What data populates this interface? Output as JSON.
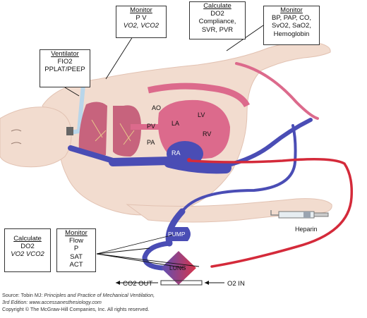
{
  "boxes": {
    "monitor_top": {
      "heading": "Monitor",
      "line1": "P V",
      "line2": "VO2, VCO2"
    },
    "calculate_top": {
      "heading": "Calculate",
      "line1": "DO2",
      "line2": "Compliance,",
      "line3": "SVR, PVR"
    },
    "monitor_right": {
      "heading": "Monitor",
      "line1": "BP, PAP, CO,",
      "line2": "SvO2, SaO2,",
      "line3": "Hemoglobin"
    },
    "ventilator": {
      "heading": "Ventilator",
      "line1": "FIO2",
      "line2": "PPLAT/PEEP"
    },
    "calculate_bottom": {
      "heading": "Calculate",
      "line1": "DO2",
      "line2": "VO2 VCO2"
    },
    "monitor_bottom": {
      "heading": "Monitor",
      "line1": "Flow",
      "line2": "P",
      "line3": "SAT",
      "line4": "ACT"
    }
  },
  "labels": {
    "ao": "AO",
    "pv": "PV",
    "pa": "PA",
    "la": "LA",
    "lv": "LV",
    "rv": "RV",
    "ra": "RA",
    "pump": "PUMP",
    "lung": "LUNG",
    "heparin": "Heparin",
    "co2_out": "CO2 OUT",
    "o2_in": "O2 IN"
  },
  "footer": {
    "source_prefix": "Source: Tobin MJ: ",
    "source_title": "Principles and Practice of Mechanical Ventilation,",
    "edition": "3rd Edition: ",
    "url": "www.accessanesthesiology.com",
    "copyright": "Copyright © The McGraw-Hill Companies, Inc. All rights reserved."
  },
  "colors": {
    "oxygenated": "#d42a3a",
    "venous": "#4a4db5",
    "heart_pink": "#dc6a8c",
    "skin": "#f2dccf",
    "skin_shadow": "#e2c2b2",
    "airway": "#b9d6ea"
  }
}
